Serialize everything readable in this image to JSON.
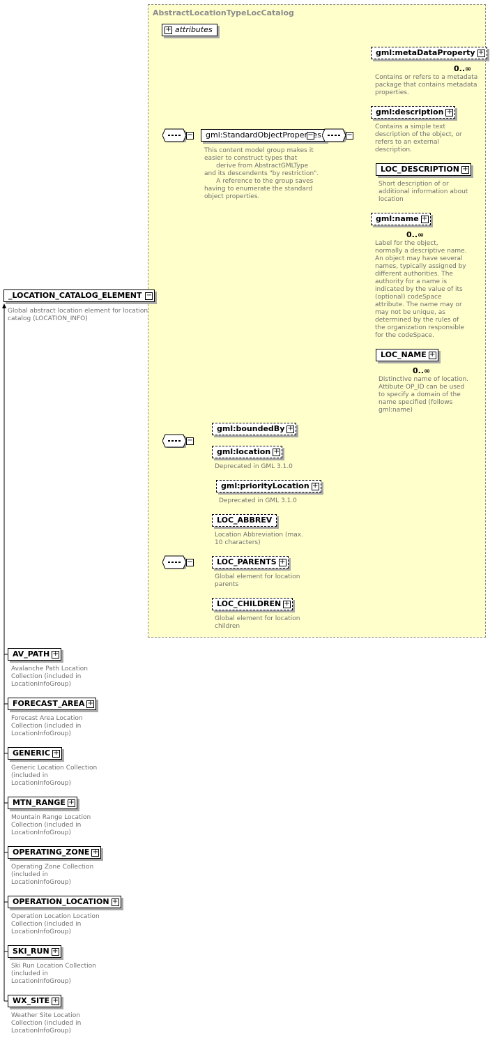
{
  "group": {
    "title": "AbstractLocationTypeLocCatalog"
  },
  "attributes": {
    "label": "attributes"
  },
  "root": {
    "label": "_LOCATION_CATALOG_ELEMENT",
    "desc": [
      "Global abstract location element for location",
      "catalog (LOCATION_INFO)"
    ]
  },
  "std_props": {
    "label": "gml:StandardObjectProperties",
    "desc": [
      "This content model group makes it",
      "easier to construct types that",
      "      derive from AbstractGMLType",
      "and its descendents \"by restriction\".",
      "      A reference to the group saves",
      "having to enumerate the standard",
      "object properties."
    ]
  },
  "elements": {
    "metadata": {
      "label": "gml:metaDataProperty",
      "card": "0..∞",
      "desc": [
        "Contains or refers to a metadata",
        "package that contains metadata",
        "properties."
      ]
    },
    "description": {
      "label": "gml:description",
      "desc": [
        "Contains a simple text",
        "description of the object, or",
        "refers to an external",
        "description."
      ]
    },
    "loc_description": {
      "label": "LOC_DESCRIPTION",
      "desc": [
        "Short description of or",
        "additional information about",
        "location"
      ]
    },
    "name": {
      "label": "gml:name",
      "card": "0..∞",
      "desc": [
        "Label for the object,",
        "normally a descriptive name.",
        "An object may have several",
        "names, typically assigned by",
        "different authorities.  The",
        "authority for a name is",
        "indicated by the value of its",
        "(optional) codeSpace",
        "attribute.  The name may or",
        "may not be unique, as",
        "determined by the rules of",
        "the organization responsible",
        "for the codeSpace."
      ]
    },
    "loc_name": {
      "label": "LOC_NAME",
      "card": "0..∞",
      "desc": [
        "Distinctive name of location.",
        "Attibute OP_ID can be used",
        "to specify a domain of the",
        "name specified (follows",
        "gml:name)"
      ]
    },
    "bounded_by": {
      "label": "gml:boundedBy"
    },
    "location": {
      "label": "gml:location",
      "desc": [
        "Deprecated in GML 3.1.0"
      ]
    },
    "priority_location": {
      "label": "gml:priorityLocation",
      "desc": [
        "Deprecated in GML 3.1.0"
      ]
    },
    "loc_abbrev": {
      "label": "LOC_ABBREV",
      "desc": [
        "Location Abbreviation (max.",
        "10 characters)"
      ]
    },
    "loc_parents": {
      "label": "LOC_PARENTS",
      "desc": [
        "Global element for location",
        "parents"
      ]
    },
    "loc_children": {
      "label": "LOC_CHILDREN",
      "desc": [
        "Global element for location",
        "children"
      ]
    }
  },
  "substitutions": [
    {
      "label": "AV_PATH",
      "desc": [
        "Avalanche Path Location",
        "Collection (included in",
        "LocationInfoGroup)"
      ]
    },
    {
      "label": "FORECAST_AREA",
      "desc": [
        "Forecast Area Location",
        "Collection (included in",
        "LocationInfoGroup)"
      ]
    },
    {
      "label": "GENERIC",
      "desc": [
        "Generic Location Collection",
        "(included in",
        "LocationInfoGroup)"
      ]
    },
    {
      "label": "MTN_RANGE",
      "desc": [
        "Mountain Range Location",
        "Collection (included in",
        "LocationInfoGroup)"
      ]
    },
    {
      "label": "OPERATING_ZONE",
      "desc": [
        "Operating Zone Collection",
        "(included in",
        "LocationInfoGroup)"
      ]
    },
    {
      "label": "OPERATION_LOCATION",
      "desc": [
        "Operation Location Location",
        "Collection (included in",
        "LocationInfoGroup)"
      ]
    },
    {
      "label": "SKI_RUN",
      "desc": [
        "Ski Run Location Collection",
        "(included in",
        "LocationInfoGroup)"
      ]
    },
    {
      "label": "WX_SITE",
      "desc": [
        "Weather Site Location",
        "Collection (included in",
        "LocationInfoGroup)"
      ]
    }
  ],
  "colors": {
    "group_bg": "#ffffcc",
    "group_border": "#8c8c8c",
    "desc_text": "#6e6e6e"
  }
}
